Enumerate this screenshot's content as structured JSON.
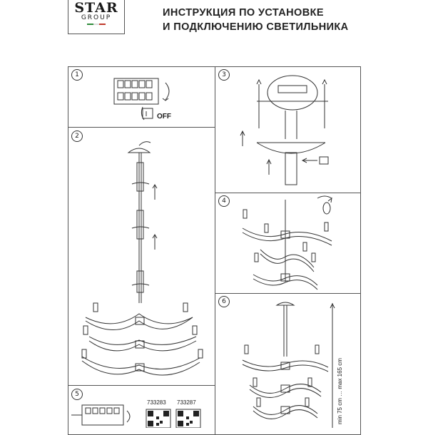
{
  "logo": {
    "line1": "STAR",
    "line2": "GROUP"
  },
  "title": {
    "line1": "ИНСТРУКЦИЯ ПО УСТАНОВКЕ",
    "line2": "И ПОДКЛЮЧЕНИЮ СВЕТИЛЬНИКА"
  },
  "steps": {
    "s1": {
      "number": "1",
      "off_label": "OFF"
    },
    "s2": {
      "number": "2"
    },
    "s3": {
      "number": "3"
    },
    "s4": {
      "number": "4"
    },
    "s5": {
      "number": "5"
    },
    "s6": {
      "number": "6",
      "height_label": "min 75 cm … max 165 cm"
    }
  },
  "models": [
    "733283",
    "733287"
  ],
  "colors": {
    "line": "#333333",
    "flag_green": "#2e8b3a",
    "flag_red": "#c0392b"
  }
}
